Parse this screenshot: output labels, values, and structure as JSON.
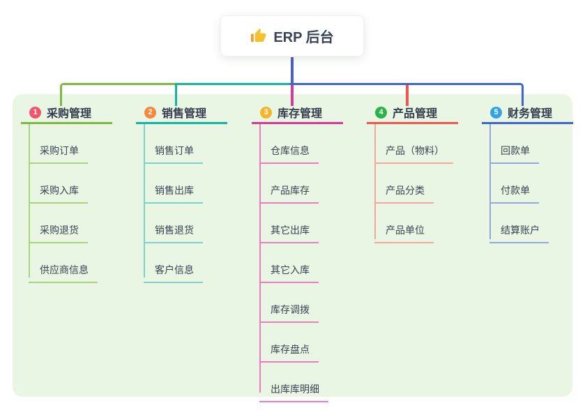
{
  "root": {
    "title": "ERP 后台",
    "icon": "thumbs-up-icon"
  },
  "canvas": {
    "background": "#e9f6e3",
    "root_line_color": "#4a5ed1"
  },
  "branches": [
    {
      "index": "1",
      "title": "采购管理",
      "color": "#7cb93f",
      "light_color": "#a9d47c",
      "badge_color": "#f4536e",
      "children": [
        "采购订单",
        "采购入库",
        "采购退货",
        "供应商信息"
      ]
    },
    {
      "index": "2",
      "title": "销售管理",
      "color": "#16b3a5",
      "light_color": "#7cd2ca",
      "badge_color": "#f6883b",
      "children": [
        "销售订单",
        "销售出库",
        "销售退货",
        "客户信息"
      ]
    },
    {
      "index": "3",
      "title": "库存管理",
      "color": "#d83898",
      "light_color": "#ee7bbd",
      "badge_color": "#f6b42d",
      "children": [
        "仓库信息",
        "产品库存",
        "其它出库",
        "其它入库",
        "库存调拨",
        "库存盘点",
        "出库库明细"
      ]
    },
    {
      "index": "4",
      "title": "产品管理",
      "color": "#f1554e",
      "light_color": "#f8a59e",
      "badge_color": "#2ab24b",
      "children": [
        "产品（物料）",
        "产品分类",
        "产品单位"
      ]
    },
    {
      "index": "5",
      "title": "财务管理",
      "color": "#3f63d2",
      "light_color": "#93a6d8",
      "badge_color": "#32a4e2",
      "children": [
        "回款单",
        "付款单",
        "结算账户"
      ]
    }
  ]
}
